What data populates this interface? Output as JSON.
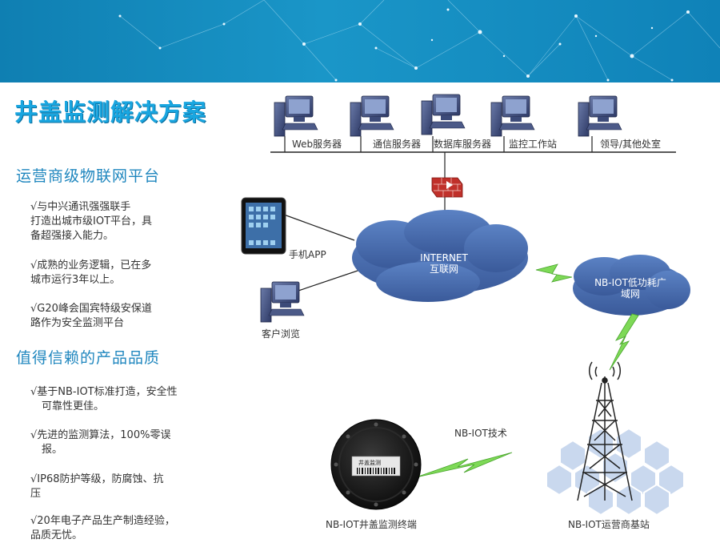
{
  "title": "井盖监测解决方案",
  "sections": [
    {
      "heading": "运营商级物联网平台",
      "bullets": [
        [
          "√与中兴通讯强强联手",
          "打造出城市级IOT平台，具",
          "备超强接入能力。"
        ],
        [
          "√成熟的业务逻辑，已在多",
          "城市运行3年以上。"
        ],
        [
          "√G20峰会国宾特级安保道",
          "路作为安全监测平台"
        ]
      ]
    },
    {
      "heading": "值得信赖的产品品质",
      "bullets": [
        [
          "√基于NB-IOT标准打造，安全性",
          "可靠性更佳。"
        ],
        [
          "√先进的监测算法，100%零误",
          "报。"
        ],
        [
          "√IP68防护等级，防腐蚀、抗",
          "压"
        ],
        [
          "√20年电子产品生产制造经验，",
          "品质无忧。"
        ]
      ]
    }
  ],
  "diagram": {
    "servers": [
      "Web服务器",
      "通信服务器",
      "数据库服务器",
      "监控工作站",
      "领导/其他处室"
    ],
    "internet": [
      "INTERNET",
      "互联网"
    ],
    "nbiot_cloud": [
      "NB-IOT低功耗广",
      "域网"
    ],
    "mobile_app": "手机APP",
    "client": "客户浏览",
    "nbiot_tech": "NB-IOT技术",
    "terminal": "NB-IOT井盖监测终端",
    "base_station": "NB-IOT运营商基站",
    "device_sticker": "井盖监测"
  },
  "colors": {
    "banner": "#1490c4",
    "title": "#19a6e0",
    "heading": "#1e86be",
    "cloud": "#4a6fb0",
    "lightning": "#7ed957",
    "firewall": "#c0302a"
  }
}
